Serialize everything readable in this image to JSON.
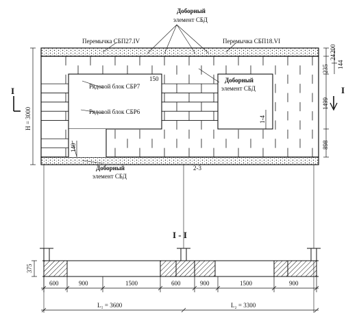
{
  "drawing": {
    "labels": {
      "lintel_left": "Перемычка СБП27.IV",
      "lintel_right": "Перемычка СБП18.VI",
      "top_element_line1": "Доборный",
      "top_element_line2": "элемент СБД",
      "mid_element_line1": "Доборный",
      "mid_element_line2": "элемент СБД",
      "bottom_element_line1": "Доборный",
      "bottom_element_line2": "элемент СБД",
      "block_sbr7": "Рядовой блок СБР7",
      "block_sbr6": "Рядовой блок СБР6"
    },
    "elevation_dims": {
      "height_total": "H = 3000",
      "right_top_a": "200",
      "right_top_b": "24",
      "right_top_c": "144",
      "right_235": "235",
      "right_1499": "1499",
      "right_898": "898",
      "d150": "150",
      "d140": "140",
      "d14": "1-4",
      "d23": "2-3"
    },
    "section_markers": {
      "left_roman": "I",
      "right_roman": "I",
      "section_title": "I - I"
    },
    "plan_dims": {
      "height": "375",
      "segments": [
        "600",
        "900",
        "1500",
        "600",
        "900",
        "1500",
        "900"
      ],
      "span1": "L₁ = 3600",
      "span2": "L₂ = 3300"
    }
  }
}
